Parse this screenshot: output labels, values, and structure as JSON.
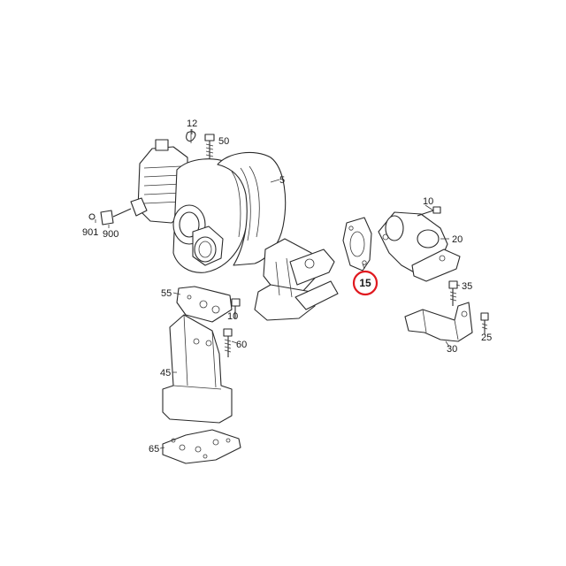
{
  "diagram": {
    "highlight_color": "#e0191f",
    "callouts": {
      "c12": "12",
      "c50": "50",
      "c5": "5",
      "c10a": "10",
      "c901": "901",
      "c900": "900",
      "c20": "20",
      "c15": "15",
      "c35": "35",
      "c55": "55",
      "c10b": "10",
      "c60": "60",
      "c25": "25",
      "c30": "30",
      "c45": "45",
      "c65": "65"
    }
  }
}
